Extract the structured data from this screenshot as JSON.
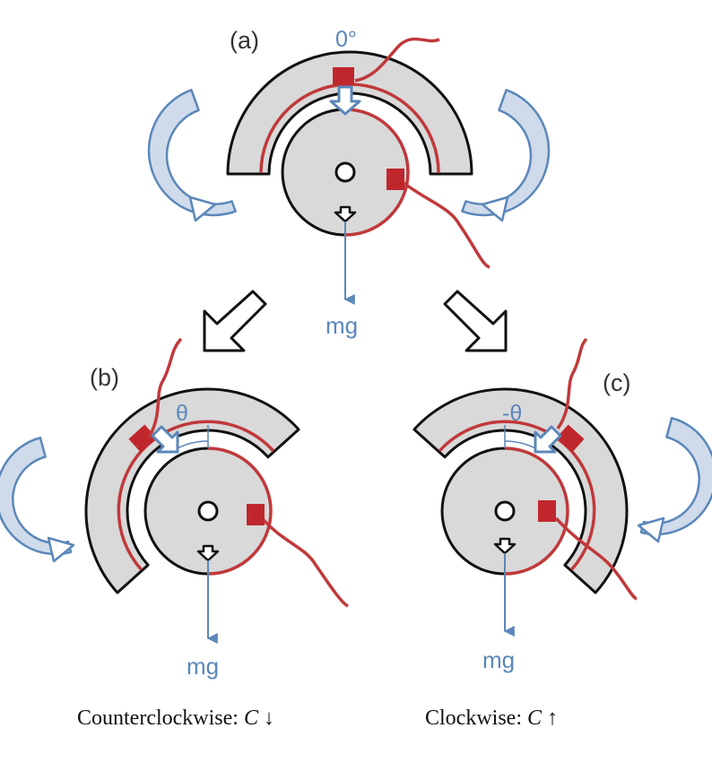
{
  "panels": {
    "a": {
      "label": "(a)",
      "angle_label": "0°",
      "force_label": "mg"
    },
    "b": {
      "label": "(b)",
      "angle_label": "θ",
      "force_label": "mg"
    },
    "c": {
      "label": "(c)",
      "angle_label": "-θ",
      "force_label": "mg"
    }
  },
  "captions": {
    "ccw": {
      "text": "Counterclockwise: ",
      "symbol": "C",
      "arrow": " ↓"
    },
    "cw": {
      "text": "Clockwise: ",
      "symbol": "C",
      "arrow": " ↑"
    }
  },
  "colors": {
    "body_fill": "#d9d9d9",
    "outline": "#111111",
    "wire": "#c0393b",
    "pad": "#c0272d",
    "annotation_blue": "#5b87b9",
    "rotation_arrow_fill": "#cfdbeb"
  }
}
